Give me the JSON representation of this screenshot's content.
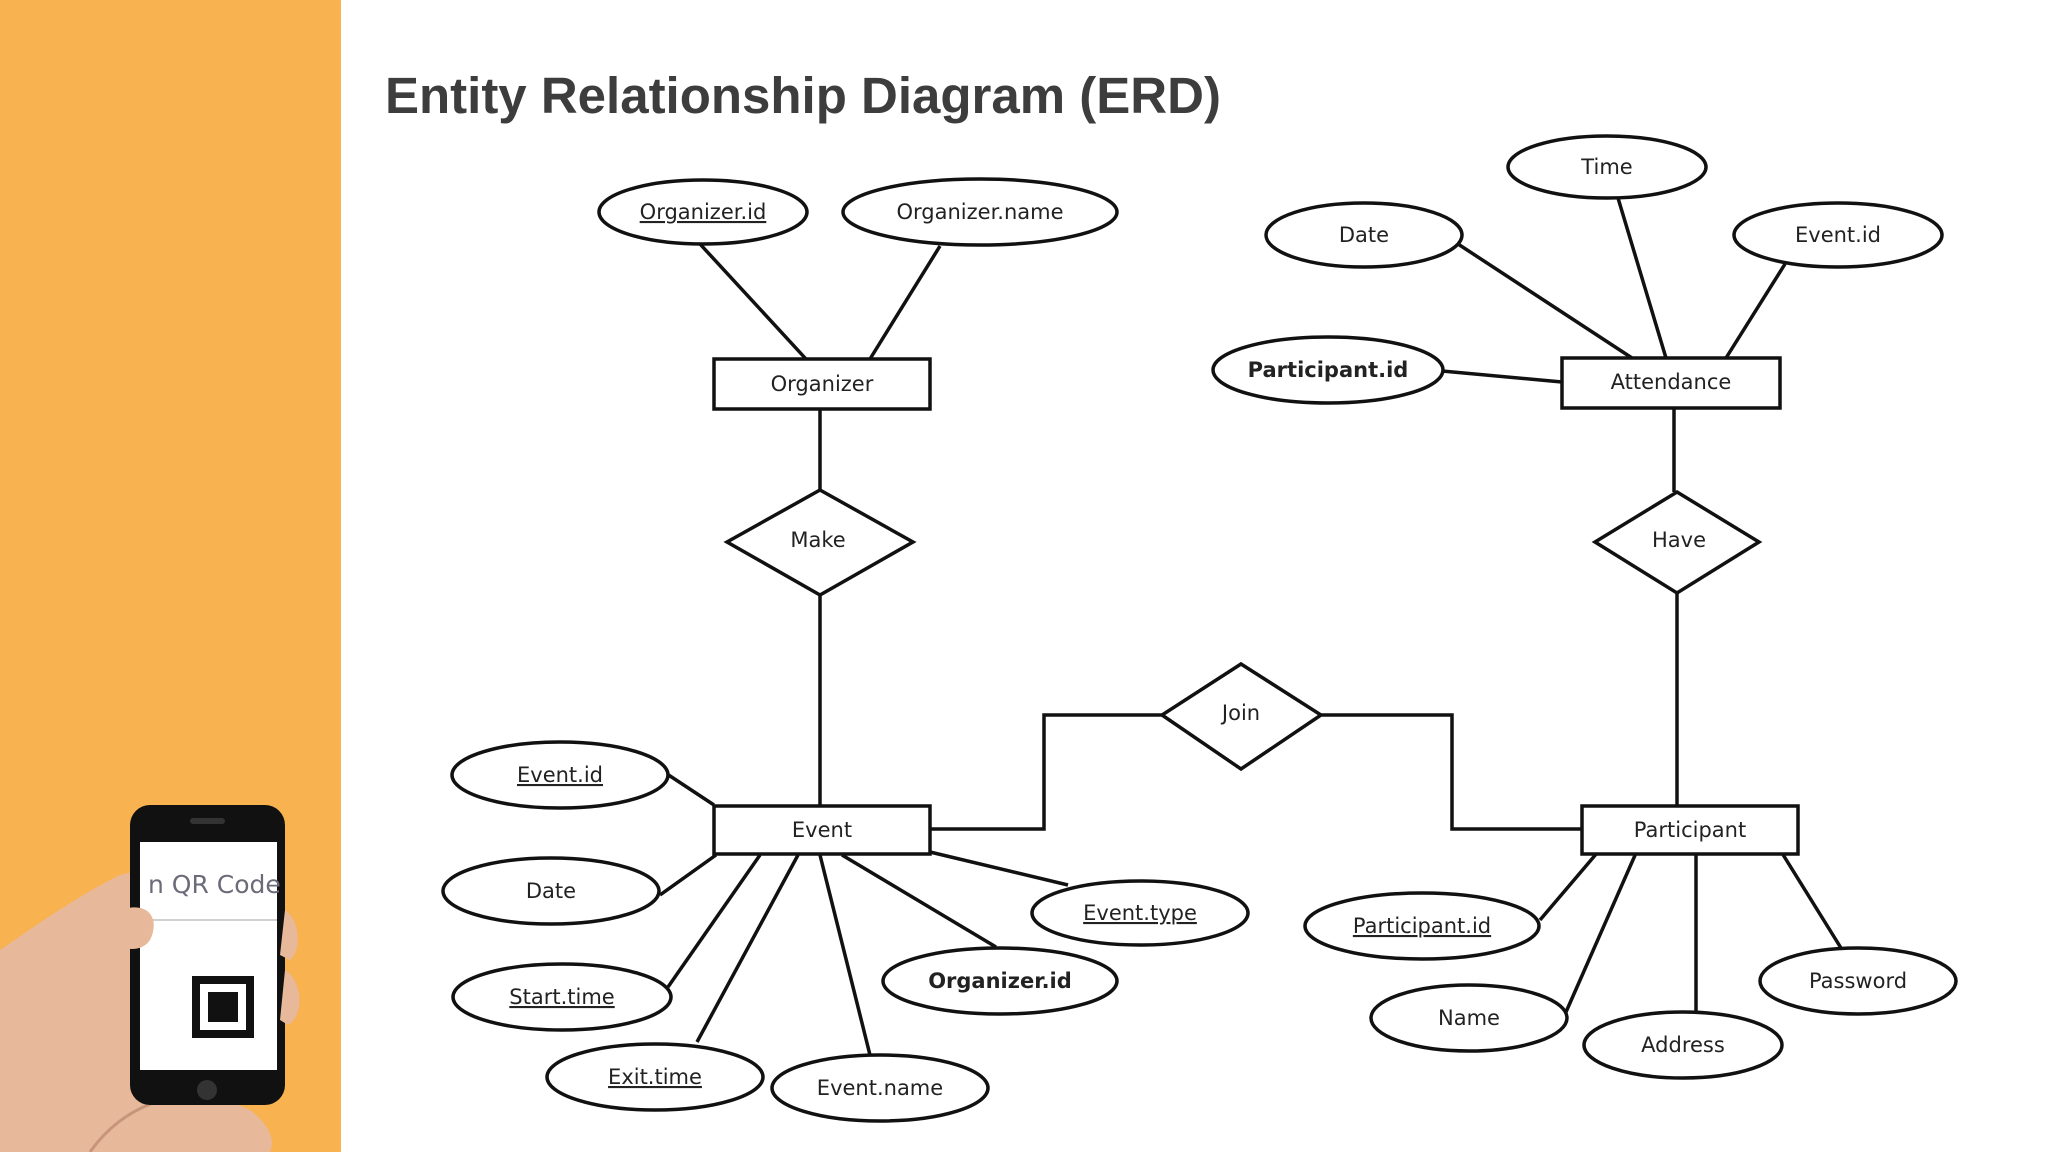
{
  "slide": {
    "title": "Entity Relationship Diagram (ERD)",
    "accent_color": "#F9B250"
  },
  "phone": {
    "screen_text": "n QR Code",
    "icon": "qr-code-icon"
  },
  "erd": {
    "entities": {
      "organizer": "Organizer",
      "attendance": "Attendance",
      "event": "Event",
      "participant": "Participant"
    },
    "relationships": {
      "make": "Make",
      "have": "Have",
      "join": "Join"
    },
    "attributes": {
      "organizer_id": "Organizer.id",
      "organizer_name": "Organizer.name",
      "att_time": "Time",
      "att_date": "Date",
      "att_event_id": "Event.id",
      "att_participant_id": "Participant.id",
      "ev_event_id": "Event.id",
      "ev_date": "Date",
      "ev_start_time": "Start.time",
      "ev_exit_time": "Exit.time",
      "ev_event_name": "Event.name",
      "ev_organizer_id": "Organizer.id",
      "ev_event_type": "Event.type",
      "p_participant_id": "Participant.id",
      "p_name": "Name",
      "p_address": "Address",
      "p_password": "Password"
    }
  }
}
